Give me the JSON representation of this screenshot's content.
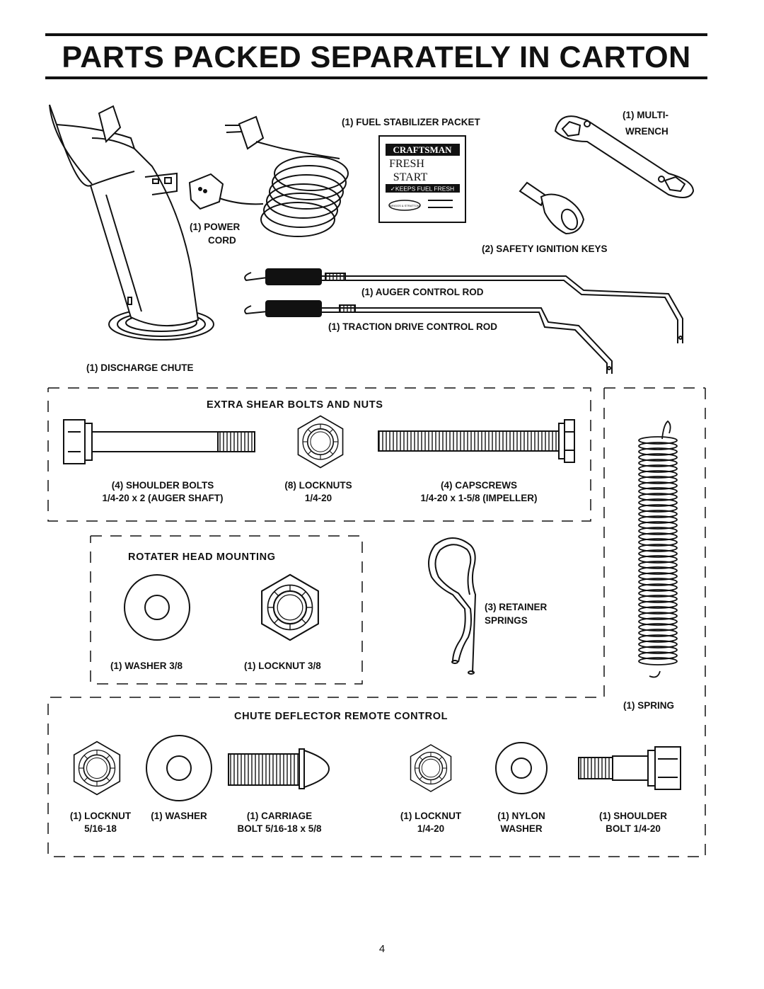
{
  "page": {
    "title": "PARTS PACKED SEPARATELY IN CARTON",
    "page_number": "4"
  },
  "top_parts": {
    "fuel_stabilizer": "(1) FUEL STABILIZER PACKET",
    "multi_wrench_1": "(1) MULTI-",
    "multi_wrench_2": "WRENCH",
    "power_cord_1": "(1) POWER",
    "power_cord_2": "CORD",
    "safety_keys": "(2) SAFETY IGNITION KEYS",
    "auger_rod": "(1) AUGER CONTROL ROD",
    "traction_rod": "(1) TRACTION DRIVE CONTROL ROD",
    "discharge_chute": "(1) DISCHARGE CHUTE"
  },
  "packet": {
    "brand": "CRAFTSMAN",
    "line1": "FRESH",
    "line2": "START",
    "tag": "✓KEEPS FUEL FRESH",
    "maker": "BRIGGS & STRATTON"
  },
  "shear_section": {
    "heading": "EXTRA SHEAR BOLTS AND NUTS",
    "shoulder_1": "(4) SHOULDER BOLTS",
    "shoulder_2": "1/4-20 x 2 (AUGER SHAFT)",
    "locknuts_1": "(8) LOCKNUTS",
    "locknuts_2": "1/4-20",
    "capscrews_1": "(4) CAPSCREWS",
    "capscrews_2": "1/4-20 x 1-5/8 (IMPELLER)"
  },
  "rotater_section": {
    "heading": "ROTATER HEAD MOUNTING",
    "washer": "(1) WASHER  3/8",
    "locknut": "(1) LOCKNUT  3/8"
  },
  "misc": {
    "retainer_1": "(3) RETAINER",
    "retainer_2": "SPRINGS",
    "spring": "(1) SPRING"
  },
  "chute_section": {
    "heading": "CHUTE DEFLECTOR REMOTE CONTROL",
    "locknut_a_1": "(1) LOCKNUT",
    "locknut_a_2": "5/16-18",
    "washer_a": "(1) WASHER",
    "carriage_1": "(1) CARRIAGE",
    "carriage_2": "BOLT  5/16-18 x 5/8",
    "locknut_b_1": "(1) LOCKNUT",
    "locknut_b_2": "1/4-20",
    "nylon_1": "(1) NYLON",
    "nylon_2": "WASHER",
    "shoulder_1": "(1) SHOULDER",
    "shoulder_2": "BOLT  1/4-20"
  }
}
